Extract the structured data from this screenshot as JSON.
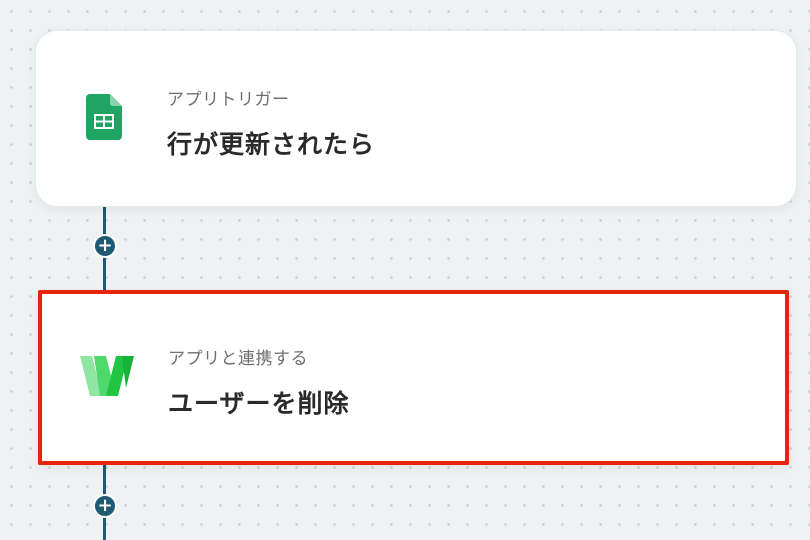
{
  "colors": {
    "connector": "#1e5a72",
    "highlight_border": "#e6240c",
    "sheets_green": "#1fa463",
    "w_logo_green": "#2bd04a"
  },
  "trigger": {
    "icon": "google-sheets-icon",
    "subtitle": "アプリトリガー",
    "title": "行が更新されたら"
  },
  "action": {
    "icon": "w-app-logo-icon",
    "subtitle": "アプリと連携する",
    "title": "ユーザーを削除"
  },
  "add_buttons": [
    {
      "label": "+"
    },
    {
      "label": "+"
    }
  ]
}
